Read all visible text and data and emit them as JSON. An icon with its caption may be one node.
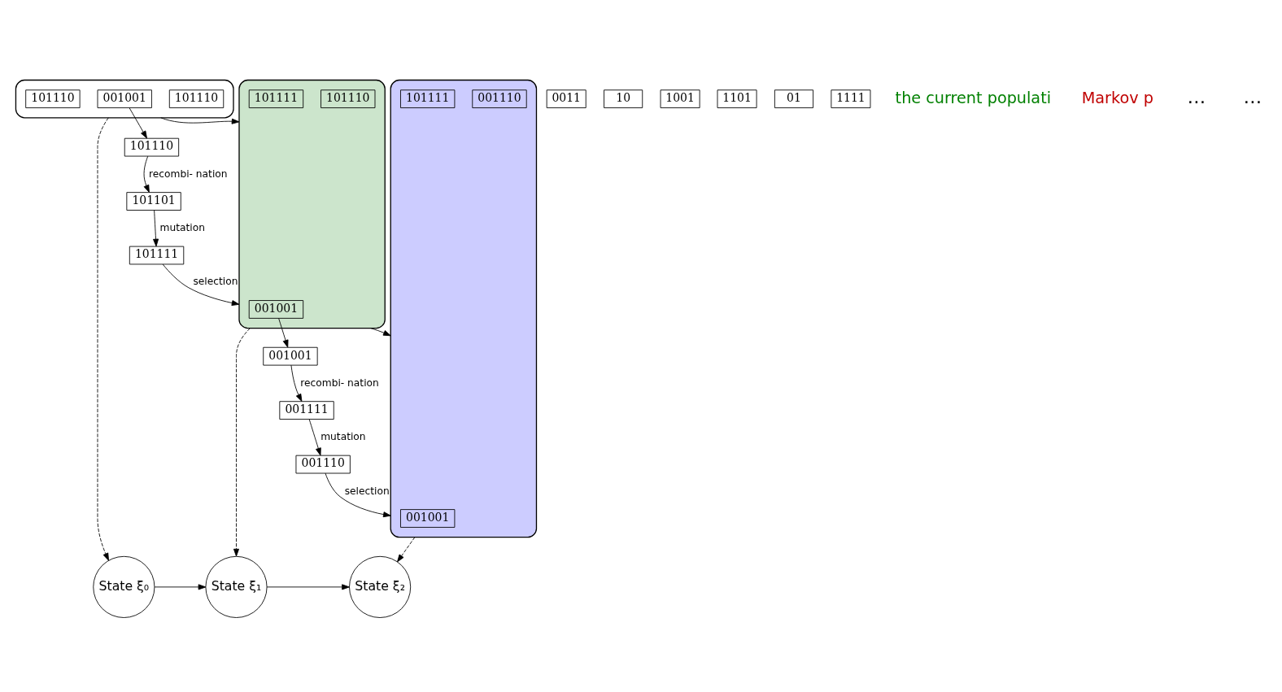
{
  "diagram": {
    "nodes": [
      {
        "text": [],
        "shape": "ellipse"
      },
      {
        "text": [
          "101110"
        ],
        "in": 0
      },
      {
        "text": [
          "001001"
        ],
        "in": 0
      },
      {
        "text": [
          "101110"
        ],
        "in": 0
      },
      {
        "text": [
          "101111"
        ]
      },
      {
        "text": [
          "101101"
        ]
      },
      {
        "text": [
          "0011"
        ]
      },
      {
        "text": [
          "101110"
        ]
      },
      {
        "text": [
          "10"
        ]
      },
      {
        "text": [
          "1001"
        ]
      },
      {
        "text": [],
        "shape": "ellipse"
      },
      {
        "text": [
          "101110"
        ],
        "in": 10
      },
      {
        "text": [
          "001001"
        ],
        "in": 10
      },
      {
        "text": [
          "101111"
        ],
        "in": 10
      },
      {
        "text": [
          "001110"
        ]
      },
      {
        "text": [
          "001111"
        ]
      },
      {
        "text": [
          "1101"
        ]
      },
      {
        "text": [
          "001001"
        ]
      },
      {
        "text": [
          "01"
        ]
      },
      {
        "text": [
          "1111"
        ]
      },
      {
        "text": [],
        "shape": "ellipse"
      },
      {
        "text": [
          "001110"
        ],
        "in": 20
      },
      {
        "text": [
          "001001"
        ],
        "in": 20
      },
      {
        "text": [
          "101111"
        ],
        "in": 20
      },
      {
        "text": [
          "State ξ₀"
        ]
      },
      {
        "text": [
          "State ξ₁"
        ]
      },
      {
        "text": [
          "State ξ₂"
        ]
      }
    ],
    "edges": [
      {
        "from": 2,
        "to": 7,
        "arrow": "to"
      },
      {
        "from": 7,
        "to": 5,
        "arrow": "to",
        "label": "recombi- nation"
      },
      {
        "from": 5,
        "to": 4,
        "arrow": "to",
        "label": "mutation"
      },
      {
        "from": 4,
        "to": 10,
        "arrow": "to",
        "label": "selection"
      },
      {
        "from": 0,
        "to": 10,
        "arrow": "to"
      },
      {
        "from": 12,
        "to": 17,
        "arrow": "to"
      },
      {
        "from": 17,
        "to": 15,
        "arrow": "to",
        "label": "recombi- nation"
      },
      {
        "from": 15,
        "to": 14,
        "arrow": "to",
        "label": "mutation"
      },
      {
        "from": 14,
        "to": 20,
        "arrow": "to",
        "label": "selection"
      },
      {
        "from": 10,
        "to": 20,
        "arrow": "to"
      },
      {
        "from": 0,
        "to": 24,
        "arrow": "to",
        "style": "dashed"
      },
      {
        "from": 10,
        "to": 25,
        "arrow": "to",
        "style": "dashed"
      },
      {
        "from": 20,
        "to": 26,
        "arrow": "to",
        "style": "dashed"
      },
      {
        "from": 24,
        "to": 25,
        "arrow": "to"
      },
      {
        "from": 25,
        "to": 26,
        "arrow": "to"
      }
    ],
    "labels": [
      "the current populati",
      "Markov p",
      "…",
      "…"
    ]
  }
}
